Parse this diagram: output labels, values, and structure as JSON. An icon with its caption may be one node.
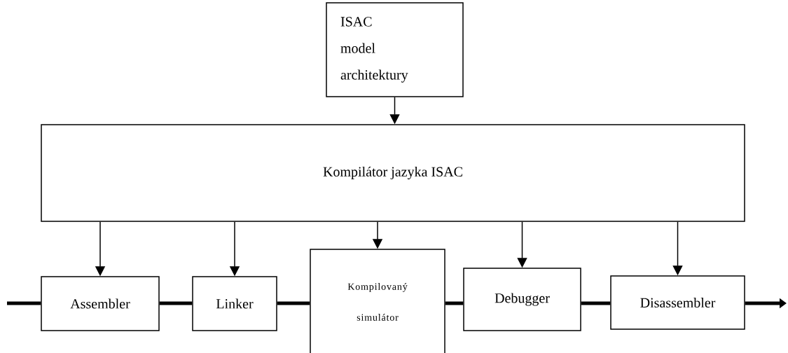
{
  "diagram": {
    "nodes": [
      {
        "text": [
          "ISAC model architektury"
        ]
      },
      {
        "text": [
          "Kompilátor jazyka ISAC"
        ]
      },
      {
        "text": [
          "Assembler"
        ]
      },
      {
        "text": [
          "Linker"
        ]
      },
      {
        "text": [
          "Kompilovaný simulátor"
        ]
      },
      {
        "text": [
          "Debugger"
        ]
      },
      {
        "text": [
          "Disassembler"
        ]
      }
    ],
    "edges": [
      {
        "from": 0,
        "to": 1,
        "arrow": "to"
      },
      {
        "from": 1,
        "to": 2,
        "arrow": "to"
      },
      {
        "from": 1,
        "to": 3,
        "arrow": "to"
      },
      {
        "from": 1,
        "to": 4,
        "arrow": "to"
      },
      {
        "from": 1,
        "to": 5,
        "arrow": "to"
      },
      {
        "from": 1,
        "to": 6,
        "arrow": "to"
      },
      {
        "from": null,
        "to": 2,
        "arrow": "none",
        "style": "thick"
      },
      {
        "from": 2,
        "to": 3,
        "arrow": "none",
        "style": "thick"
      },
      {
        "from": 3,
        "to": 4,
        "arrow": "none",
        "style": "thick"
      },
      {
        "from": 4,
        "to": 5,
        "arrow": "none",
        "style": "thick"
      },
      {
        "from": 5,
        "to": 6,
        "arrow": "none",
        "style": "thick"
      },
      {
        "from": 6,
        "to": null,
        "arrow": "to",
        "style": "thick"
      }
    ]
  }
}
